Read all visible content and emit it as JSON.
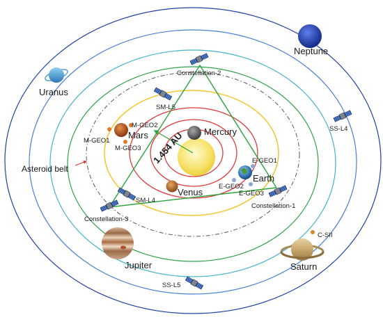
{
  "planets": {
    "mercury": "Mercury",
    "venus": "Venus",
    "earth": "Earth",
    "mars": "Mars",
    "jupiter": "Jupiter",
    "saturn": "Saturn",
    "uranus": "Uranus",
    "neptune": "Neptune"
  },
  "regions": {
    "asteroid_belt": "Asteroid belt"
  },
  "distance_label": "1.454 AU",
  "spacecraft": {
    "constellation_1": "Constellation-1",
    "constellation_2": "Constellation-2",
    "constellation_3": "Constellation-3",
    "sm_l4": "SM-L4",
    "sm_l5": "SM-L5",
    "ss_l4": "SS-L4",
    "ss_l5": "SS-L5"
  },
  "relay_points": {
    "e_geo1": "E-GEO1",
    "e_geo2": "E-GEO2",
    "e_geo3": "E-GEO3",
    "m_geo1": "M-GEO1",
    "m_geo2": "M-GEO2",
    "m_geo3": "M-GEO3",
    "c_sii": "C-SII"
  },
  "colors": {
    "sun": "#f7e26a",
    "mercury_orbit": "#e03a3a",
    "venus_orbit": "#e03a3a",
    "earth_orbit": "#e03a3a",
    "mars_orbit": "#f3c52e",
    "belt": "#555555",
    "jupiter_orbit": "#2ea24a",
    "saturn_orbit": "#43b3c9",
    "uranus_orbit": "#4a7fd6",
    "neptune_orbit": "#1f3fa3",
    "triangle": "#2aa33b"
  }
}
